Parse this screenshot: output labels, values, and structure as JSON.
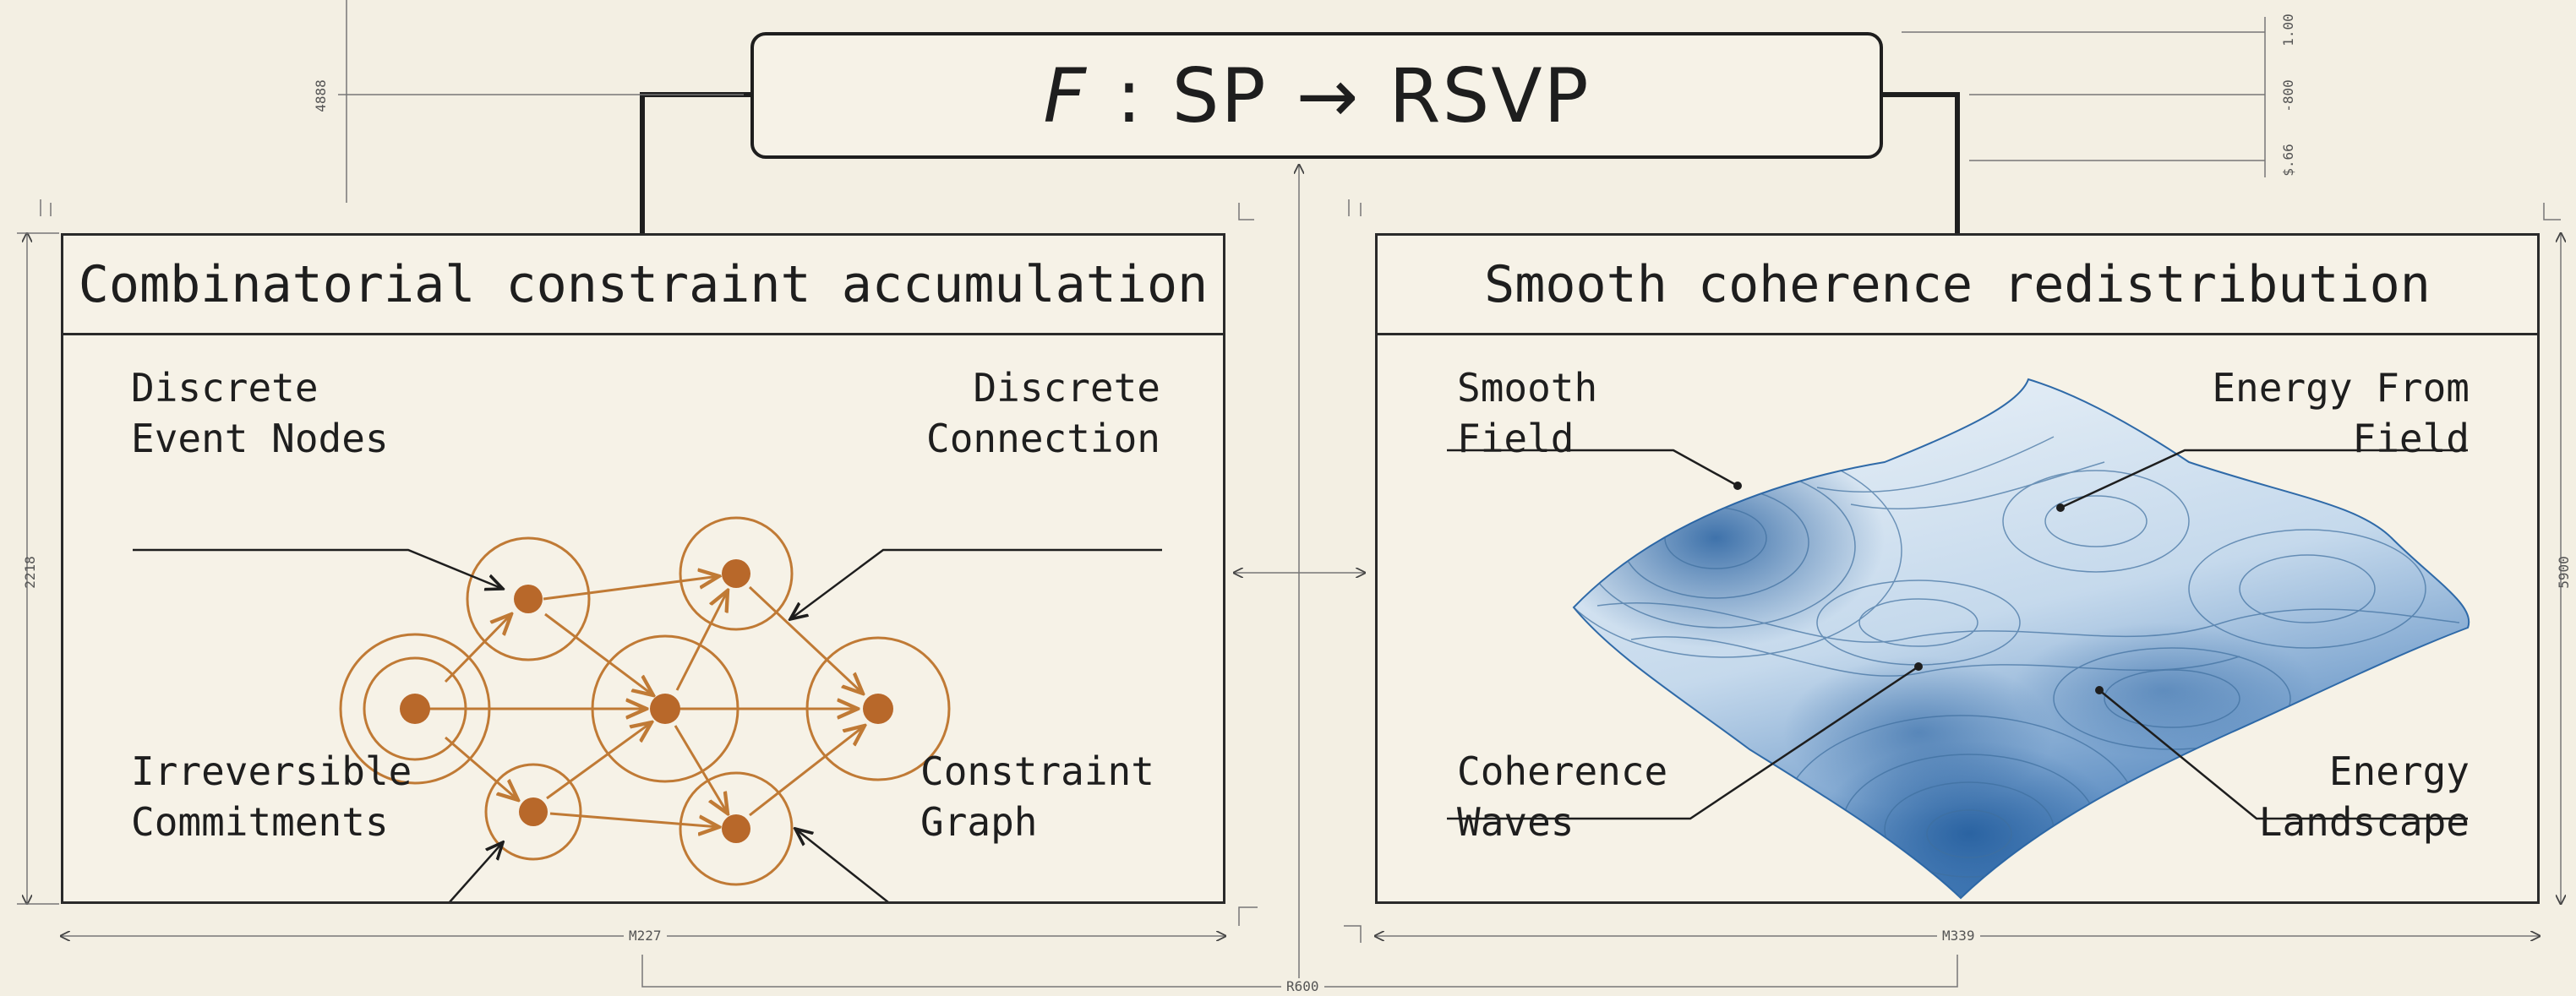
{
  "title": {
    "function": "F",
    "separator": ":",
    "domain": "SP",
    "arrow": "→",
    "codomain": "RSVP"
  },
  "left_panel": {
    "heading": "Combinatorial constraint accumulation",
    "labels": {
      "top_left": [
        "Discrete",
        "Event Nodes"
      ],
      "top_right": [
        "Discrete",
        "Connection"
      ],
      "bottom_left": [
        "Irreversible",
        "Commitments"
      ],
      "bottom_right": [
        "Constraint",
        "Graph"
      ]
    }
  },
  "right_panel": {
    "heading": "Smooth coherence redistribution",
    "labels": {
      "top_left": [
        "Smooth",
        "Field"
      ],
      "top_right": [
        "Energy From",
        "Field"
      ],
      "bottom_left": [
        "Coherence",
        "Waves"
      ],
      "bottom_right": [
        "Energy",
        "Landscape"
      ]
    }
  },
  "dimensions": {
    "top_left": "4888",
    "right_top": "1.00",
    "right_mid": "-800",
    "right_low": "$.66",
    "left_side": "2218",
    "right_side": "5900",
    "bottom_left": "M227",
    "bottom_right": "M339",
    "bottom_center": "R600"
  },
  "colors": {
    "ink": "#1e1e1e",
    "paper": "#f3efe3",
    "graph_orange": "#c07a35",
    "node_fill": "#b8682a",
    "field_blue": "#2f6aa8",
    "field_light": "#dbe8f3"
  }
}
